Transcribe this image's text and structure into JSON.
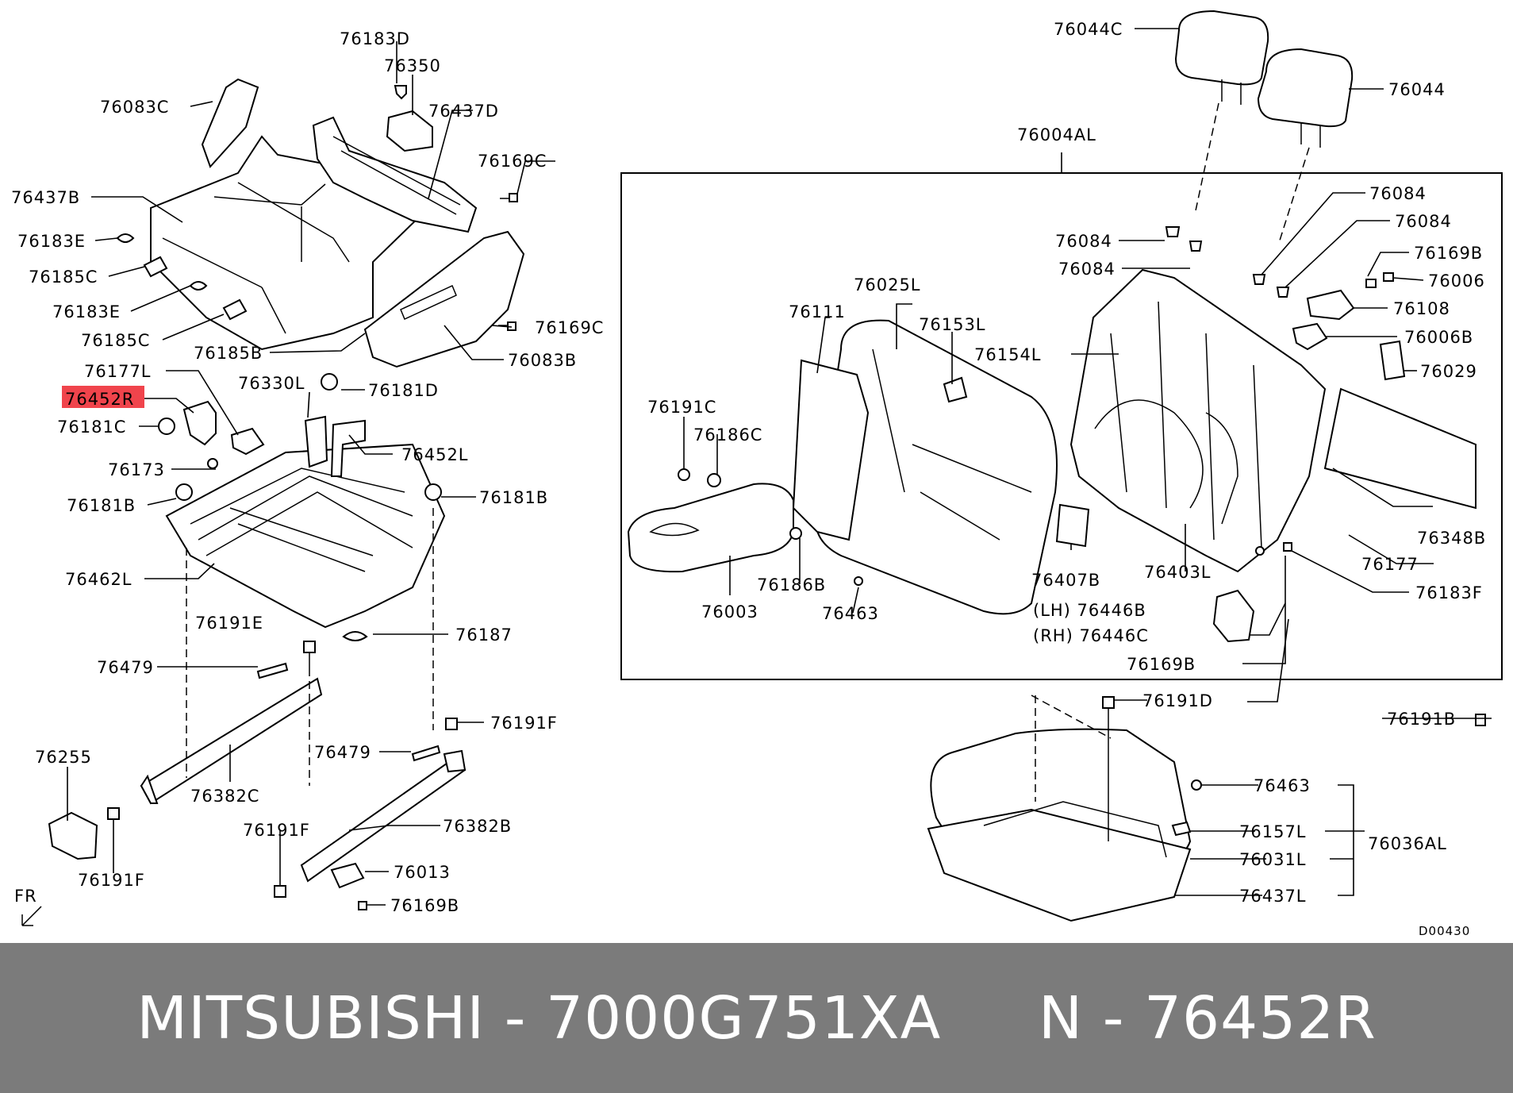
{
  "diagram_code": "D00430",
  "front_marker": "FR",
  "highlight_color": "#f0444c",
  "banner": {
    "brand": "MITSUBISHI",
    "part_number": "7000G751XA",
    "ref_prefix": "N",
    "ref": "76452R",
    "text": "MITSUBISHI - 7000G751XA     N - 76452R",
    "background": "#7b7b7b"
  },
  "labels": [
    {
      "id": "l01",
      "text": "76183D"
    },
    {
      "id": "l02",
      "text": "76350"
    },
    {
      "id": "l03",
      "text": "76083C"
    },
    {
      "id": "l04",
      "text": "76437D"
    },
    {
      "id": "l05",
      "text": "76169C"
    },
    {
      "id": "l06",
      "text": "76437B"
    },
    {
      "id": "l07",
      "text": "76183E"
    },
    {
      "id": "l08",
      "text": "76185C"
    },
    {
      "id": "l09",
      "text": "76183E"
    },
    {
      "id": "l10",
      "text": "76185C"
    },
    {
      "id": "l11",
      "text": "76185B"
    },
    {
      "id": "l12",
      "text": "76169C"
    },
    {
      "id": "l13",
      "text": "76083B"
    },
    {
      "id": "l14",
      "text": "76177L"
    },
    {
      "id": "l15",
      "text": "76452R",
      "highlight": true
    },
    {
      "id": "l16",
      "text": "76330L"
    },
    {
      "id": "l17",
      "text": "76181D"
    },
    {
      "id": "l18",
      "text": "76181C"
    },
    {
      "id": "l19",
      "text": "76452L"
    },
    {
      "id": "l20",
      "text": "76173"
    },
    {
      "id": "l21",
      "text": "76181B"
    },
    {
      "id": "l22",
      "text": "76181B"
    },
    {
      "id": "l23",
      "text": "76462L"
    },
    {
      "id": "l24",
      "text": "76191E"
    },
    {
      "id": "l25",
      "text": "76187"
    },
    {
      "id": "l26",
      "text": "76479"
    },
    {
      "id": "l27",
      "text": "76191F"
    },
    {
      "id": "l28",
      "text": "76255"
    },
    {
      "id": "l29",
      "text": "76479"
    },
    {
      "id": "l30",
      "text": "76382C"
    },
    {
      "id": "l31",
      "text": "76191F"
    },
    {
      "id": "l32",
      "text": "76382B"
    },
    {
      "id": "l33",
      "text": "76013"
    },
    {
      "id": "l34",
      "text": "76191F"
    },
    {
      "id": "l35",
      "text": "76169B"
    },
    {
      "id": "l36",
      "text": "76044C"
    },
    {
      "id": "l37",
      "text": "76044"
    },
    {
      "id": "l38",
      "text": "76004AL"
    },
    {
      "id": "l39",
      "text": "76084"
    },
    {
      "id": "l40",
      "text": "76084"
    },
    {
      "id": "l41",
      "text": "76084"
    },
    {
      "id": "l42",
      "text": "76084"
    },
    {
      "id": "l43",
      "text": "76169B"
    },
    {
      "id": "l44",
      "text": "76006"
    },
    {
      "id": "l45",
      "text": "76025L"
    },
    {
      "id": "l46",
      "text": "76111"
    },
    {
      "id": "l47",
      "text": "76153L"
    },
    {
      "id": "l48",
      "text": "76154L"
    },
    {
      "id": "l49",
      "text": "76108"
    },
    {
      "id": "l50",
      "text": "76006B"
    },
    {
      "id": "l51",
      "text": "76029"
    },
    {
      "id": "l52",
      "text": "76191C"
    },
    {
      "id": "l53",
      "text": "76186C"
    },
    {
      "id": "l54",
      "text": "76348B"
    },
    {
      "id": "l55",
      "text": "76177"
    },
    {
      "id": "l56",
      "text": "76407B"
    },
    {
      "id": "l57",
      "text": "76403L"
    },
    {
      "id": "l58",
      "text": "76183F"
    },
    {
      "id": "l59",
      "text": "76186B"
    },
    {
      "id": "l60",
      "text": "76003"
    },
    {
      "id": "l61",
      "text": "76463"
    },
    {
      "id": "l62",
      "text": "(LH) 76446B"
    },
    {
      "id": "l63",
      "text": "(RH) 76446C"
    },
    {
      "id": "l64",
      "text": "76169B"
    },
    {
      "id": "l65",
      "text": "76191D"
    },
    {
      "id": "l66",
      "text": "76191B"
    },
    {
      "id": "l67",
      "text": "76463"
    },
    {
      "id": "l68",
      "text": "76157L"
    },
    {
      "id": "l69",
      "text": "76036AL"
    },
    {
      "id": "l70",
      "text": "76031L"
    },
    {
      "id": "l71",
      "text": "76437L"
    }
  ]
}
